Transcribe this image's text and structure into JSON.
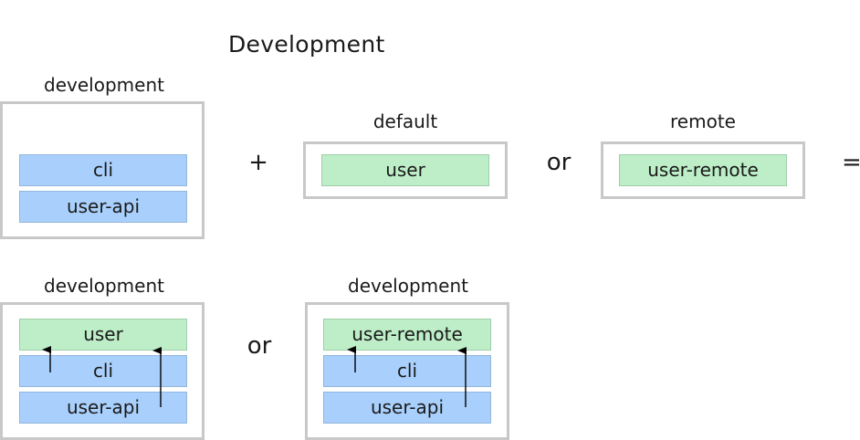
{
  "title": "Development",
  "top_row": {
    "development_group": {
      "label": "development",
      "layers": [
        "cli",
        "user-api"
      ]
    },
    "plus_operator": "+",
    "default_group": {
      "label": "default",
      "layers": [
        "user"
      ]
    },
    "or_operator": "or",
    "remote_group": {
      "label": "remote",
      "layers": [
        "user-remote"
      ]
    },
    "equals_operator": "="
  },
  "bottom_row": {
    "result_default": {
      "label": "development",
      "layers": [
        "user",
        "cli",
        "user-api"
      ]
    },
    "or_operator": "or",
    "result_remote": {
      "label": "development",
      "layers": [
        "user-remote",
        "cli",
        "user-api"
      ]
    }
  },
  "colors": {
    "blue_layer": "#a9d0fc",
    "green_layer": "#bdeec7",
    "frame_border": "#c8c8c8"
  }
}
